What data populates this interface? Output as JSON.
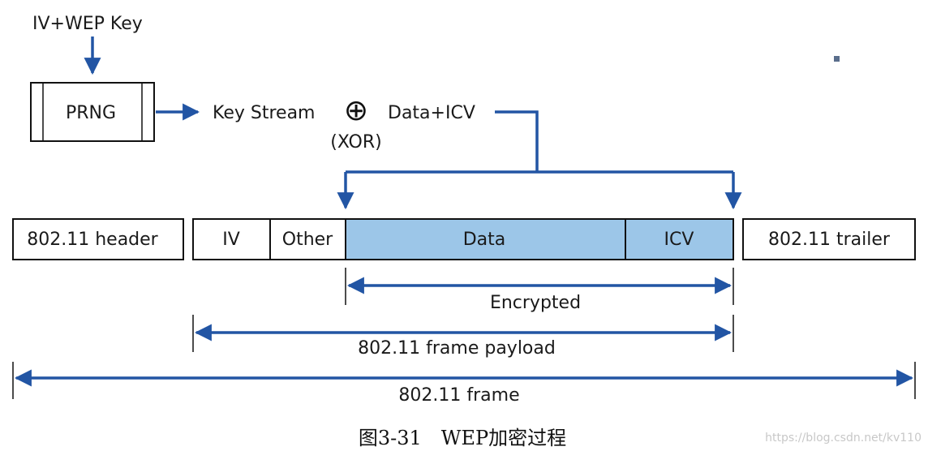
{
  "key_input": "IV+WEP Key",
  "prng": "PRNG",
  "key_stream": "Key Stream",
  "xor_symbol": "⊕",
  "xor_label": "(XOR)",
  "data_icv": "Data+ICV",
  "frame": {
    "header": "802.11 header",
    "iv": "IV",
    "other": "Other",
    "data": "Data",
    "icv": "ICV",
    "trailer": "802.11 trailer"
  },
  "spans": {
    "encrypted": "Encrypted",
    "payload": "802.11 frame payload",
    "frame": "802.11 frame"
  },
  "caption": "图3-31　WEP加密过程",
  "watermark": "https://blog.csdn.net/kv110",
  "colors": {
    "arrow": "#2255a4",
    "encrypted_fill": "#9cc6e8"
  }
}
